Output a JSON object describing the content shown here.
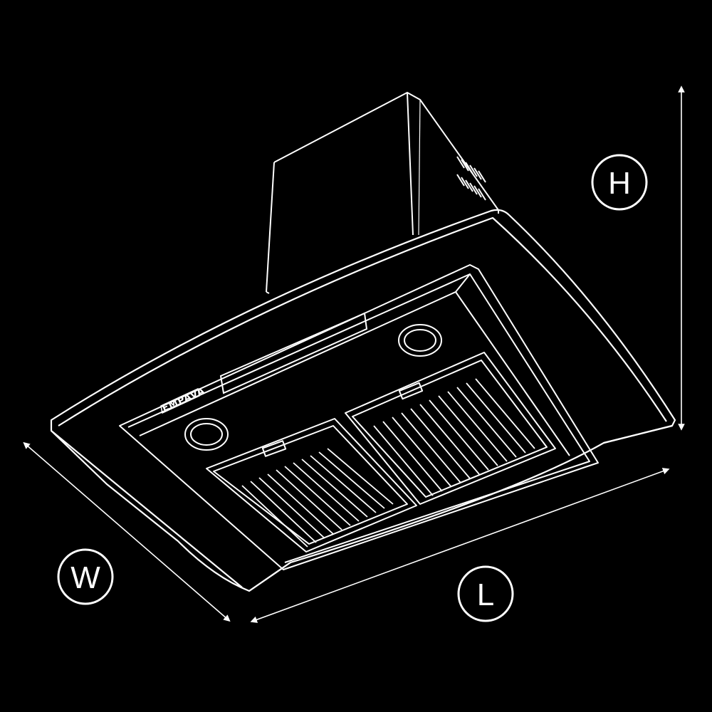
{
  "diagram": {
    "brand": "EMPAVA",
    "dimensions": {
      "height_label": "H",
      "width_label": "W",
      "length_label": "L"
    },
    "colors": {
      "background": "#000000",
      "line": "#ffffff"
    },
    "parts": [
      "chimney",
      "canopy",
      "control-strip",
      "left-light",
      "right-light",
      "left-baffle-filter",
      "right-baffle-filter"
    ]
  }
}
